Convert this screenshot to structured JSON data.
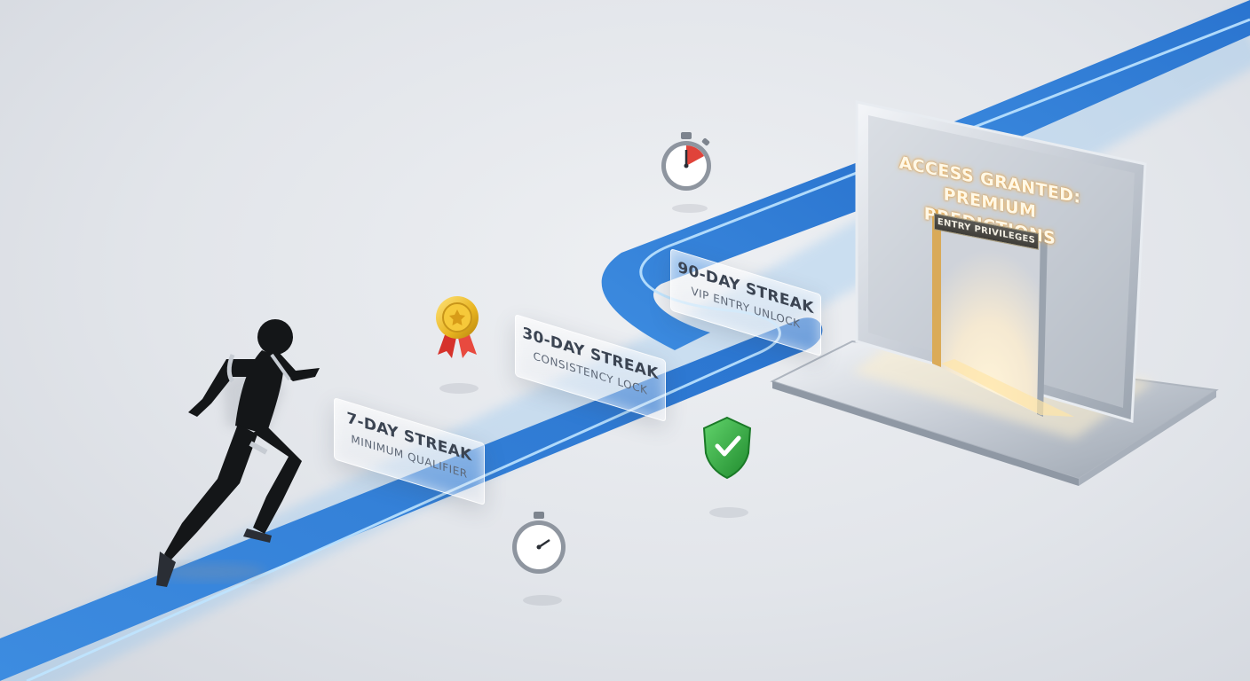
{
  "milestones": [
    {
      "title": "7-DAY STREAK",
      "subtitle": "MINIMUM QUALIFIER"
    },
    {
      "title": "30-DAY STREAK",
      "subtitle": "CONSISTENCY LOCK"
    },
    {
      "title": "90-DAY STREAK",
      "subtitle": "VIP ENTRY UNLOCK"
    }
  ],
  "gate": {
    "title_line1": "ACCESS GRANTED:",
    "title_line2": "PREMIUM PREDICTIONS",
    "badge": "ENTRY PRIVILEGES"
  },
  "icons": [
    "stopwatch-icon",
    "medal-icon",
    "shield-check-icon"
  ],
  "colors": {
    "track": "#2f7fd6",
    "track_glow": "#9ed4ff",
    "gate_glow": "#ffcf7a",
    "runner": "#141618",
    "shield": "#2fae3e",
    "medal": "#e8b420"
  }
}
